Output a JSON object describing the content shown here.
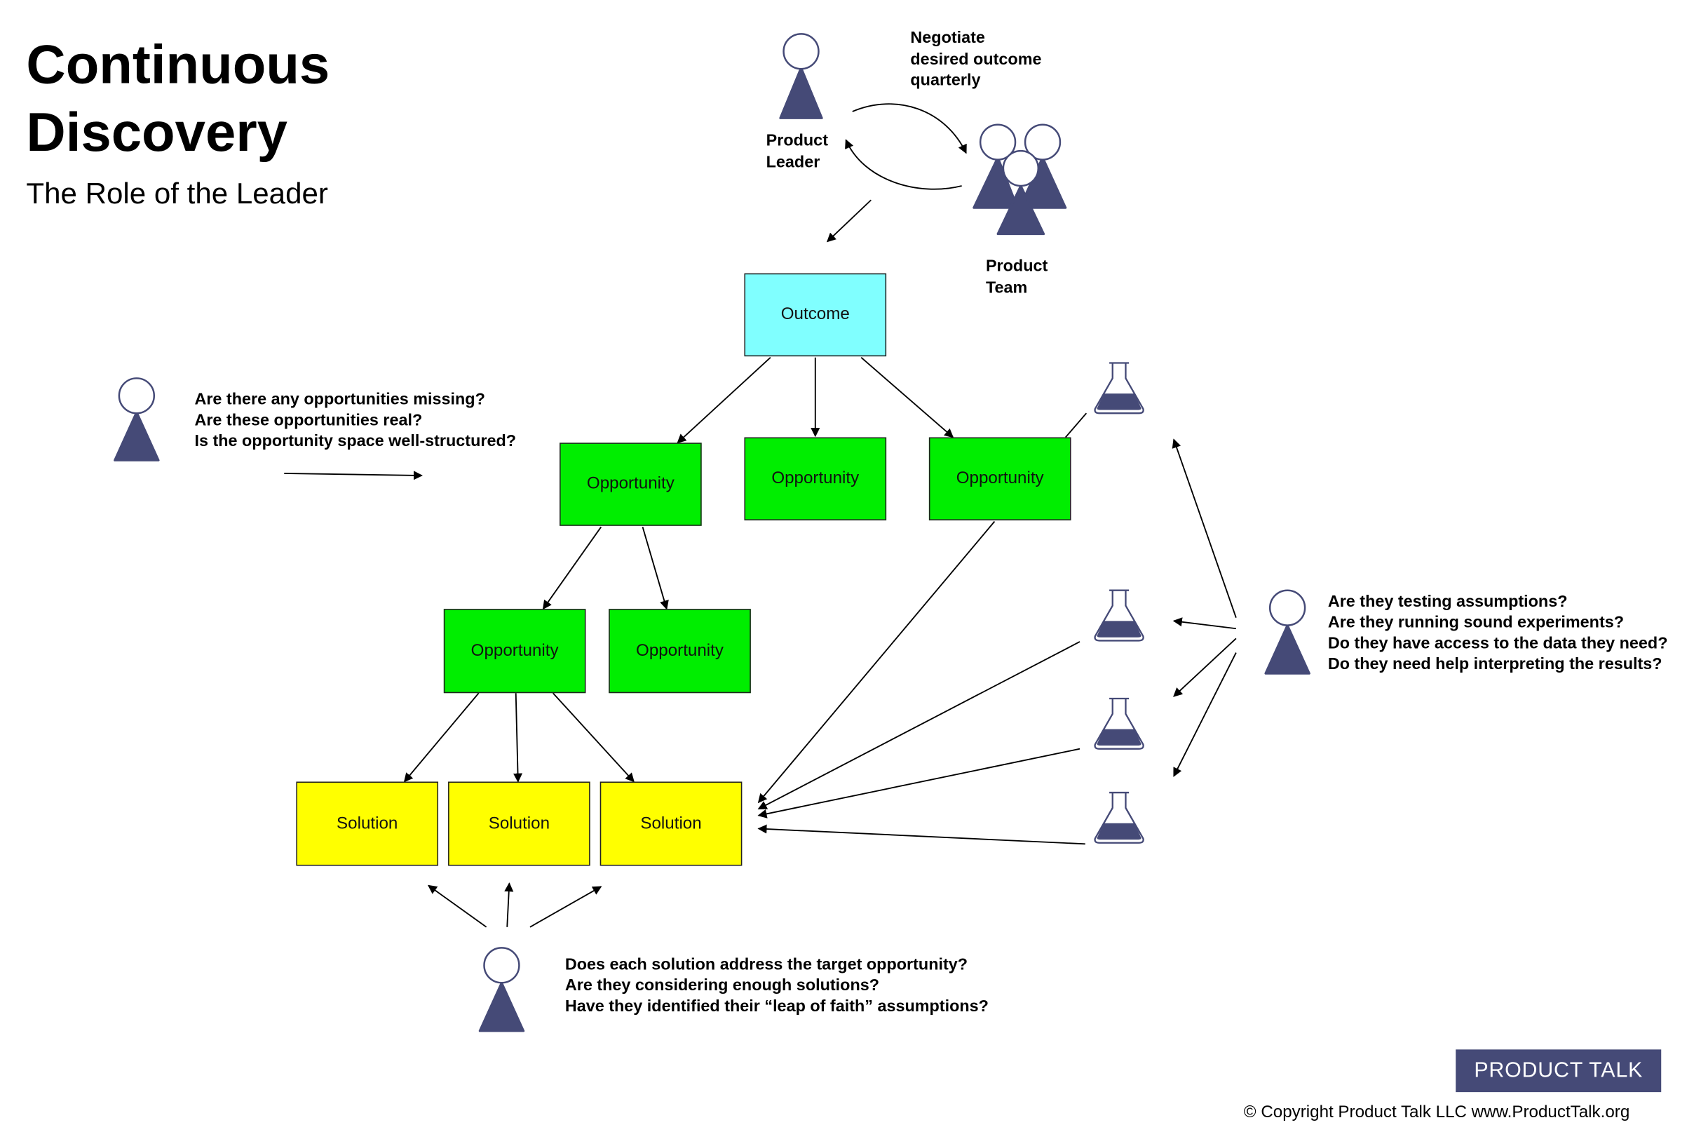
{
  "header": {
    "title": "Continuous Discovery",
    "subtitle": "The Role of the Leader"
  },
  "top": {
    "negotiate_lines": [
      "Negotiate",
      "desired outcome",
      "quarterly"
    ],
    "leader_label": [
      "Product",
      "Leader"
    ],
    "team_label": [
      "Product",
      "Team"
    ]
  },
  "tree": {
    "outcome": "Outcome",
    "opportunity": "Opportunity",
    "solution": "Solution"
  },
  "questions": {
    "opportunities": [
      "Are there any opportunities missing?",
      "Are these opportunities real?",
      "Is the opportunity space well-structured?"
    ],
    "experiments": [
      "Are they testing assumptions?",
      "Are they running sound experiments?",
      "Do they have access to the data they need?",
      "Do they need help interpreting the results?"
    ],
    "solutions": [
      "Does each solution address the target opportunity?",
      "Are they considering enough solutions?",
      "Have they identified their “leap of faith” assumptions?"
    ]
  },
  "footer": {
    "badge": "PRODUCT TALK",
    "copyright": "© Copyright Product Talk LLC www.ProductTalk.org"
  },
  "colors": {
    "outcome": "#80ffff",
    "opportunity": "#00ee00",
    "solution": "#ffff00",
    "figure": "#454a77",
    "badge": "#454a77"
  }
}
